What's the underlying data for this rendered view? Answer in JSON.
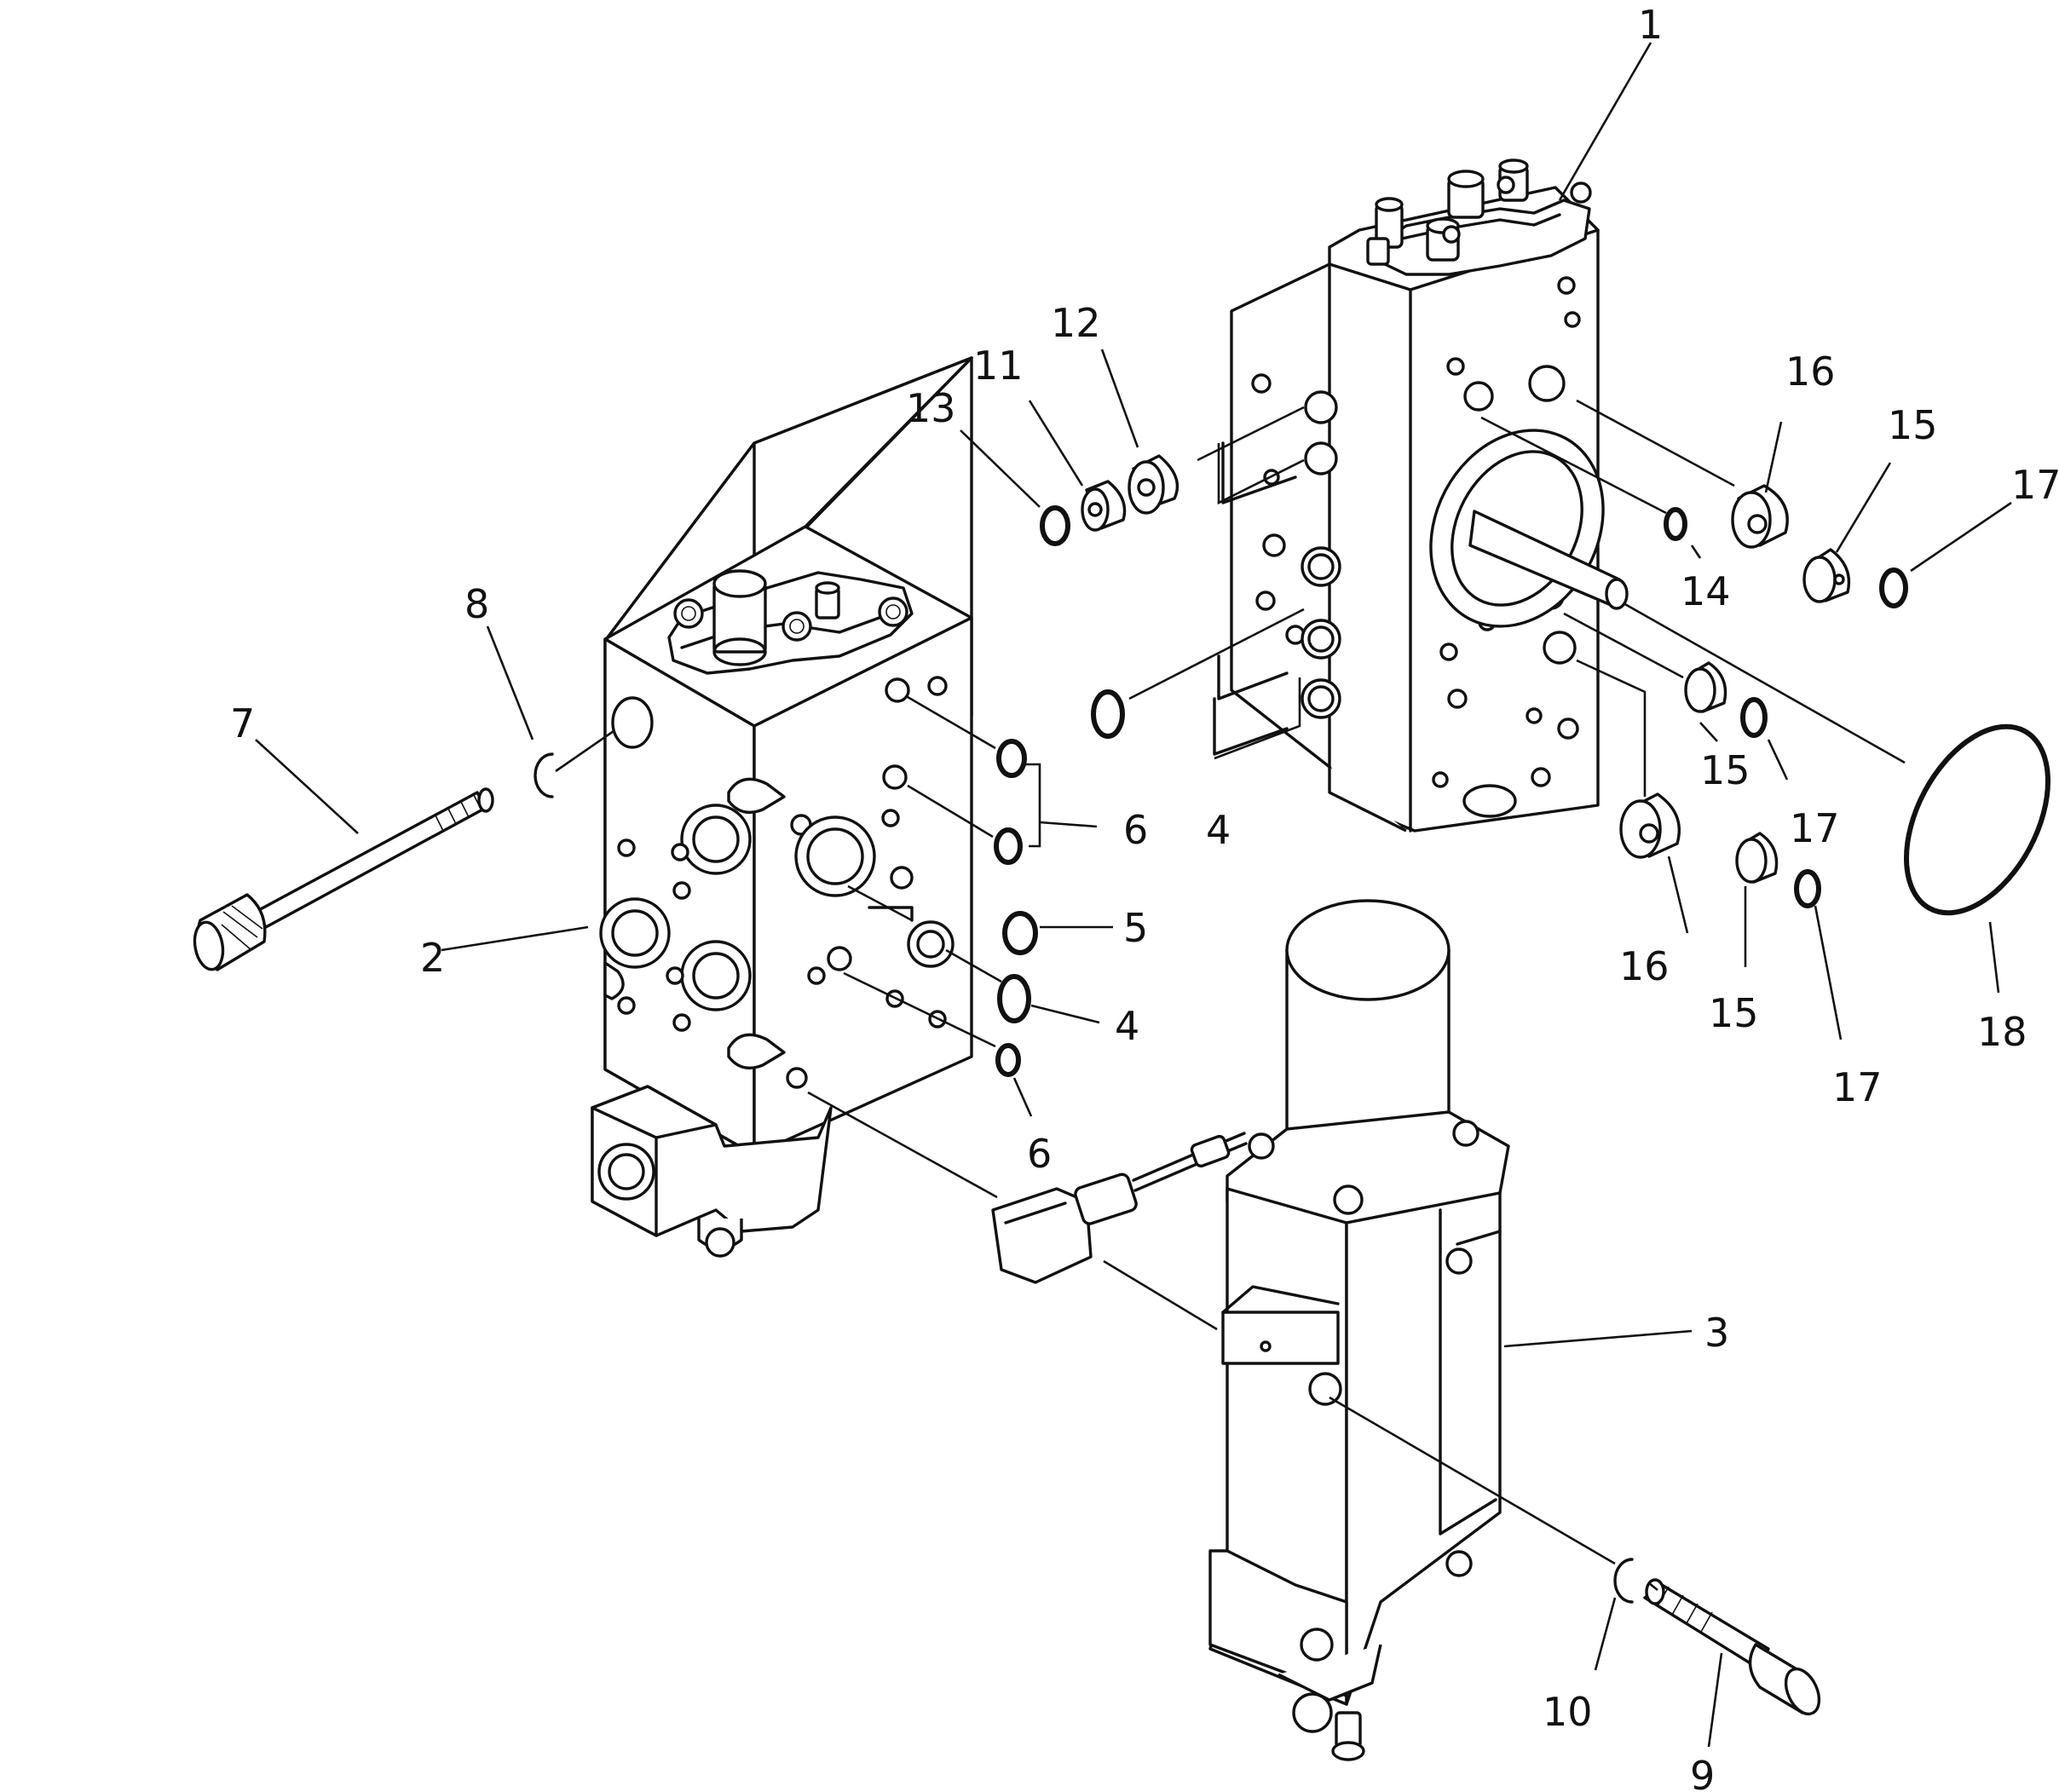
{
  "callouts": [
    {
      "id": "c1",
      "text": "1"
    },
    {
      "id": "c2",
      "text": "2"
    },
    {
      "id": "c3",
      "text": "3"
    },
    {
      "id": "c4a",
      "text": "4"
    },
    {
      "id": "c4b",
      "text": "4"
    },
    {
      "id": "c5",
      "text": "5"
    },
    {
      "id": "c6a",
      "text": "6"
    },
    {
      "id": "c6b",
      "text": "6"
    },
    {
      "id": "c7",
      "text": "7"
    },
    {
      "id": "c8",
      "text": "8"
    },
    {
      "id": "c9",
      "text": "9"
    },
    {
      "id": "c10",
      "text": "10"
    },
    {
      "id": "c11",
      "text": "11"
    },
    {
      "id": "c12",
      "text": "12"
    },
    {
      "id": "c13",
      "text": "13"
    },
    {
      "id": "c14",
      "text": "14"
    },
    {
      "id": "c15a",
      "text": "15"
    },
    {
      "id": "c15b",
      "text": "15"
    },
    {
      "id": "c15c",
      "text": "15"
    },
    {
      "id": "c16a",
      "text": "16"
    },
    {
      "id": "c16b",
      "text": "16"
    },
    {
      "id": "c17a",
      "text": "17"
    },
    {
      "id": "c17b",
      "text": "17"
    },
    {
      "id": "c17c",
      "text": "17"
    },
    {
      "id": "c18",
      "text": "18"
    }
  ]
}
